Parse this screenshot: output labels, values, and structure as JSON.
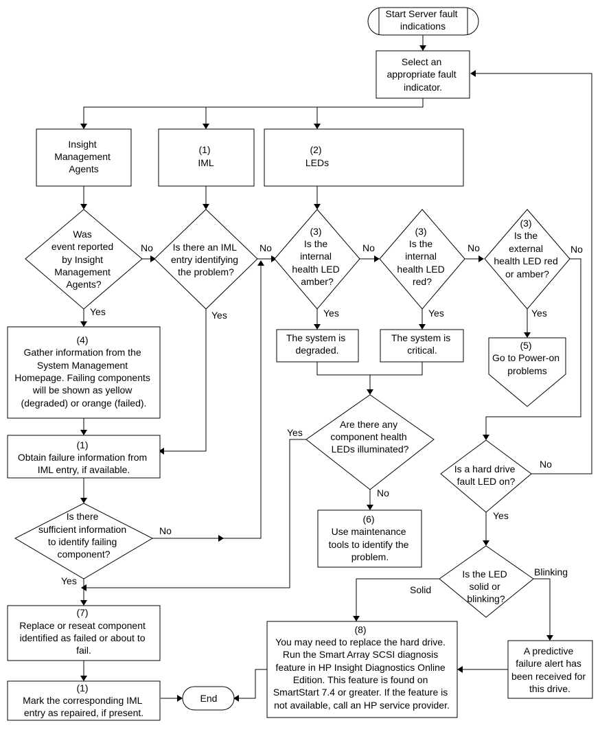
{
  "nodes": {
    "start": {
      "lines": [
        "Start Server fault",
        "indications"
      ]
    },
    "select": {
      "lines": [
        "Select an",
        "appropriate fault",
        "indicator."
      ]
    },
    "insight": {
      "lines": [
        "Insight",
        "Management",
        "Agents"
      ]
    },
    "iml": {
      "lines": [
        "(1)",
        "IML"
      ]
    },
    "leds": {
      "lines": [
        "(2)",
        "LEDs"
      ]
    },
    "d_reported": {
      "lines": [
        "Was",
        "event reported",
        "by Insight",
        "Management",
        "Agents?"
      ]
    },
    "d_imlentry": {
      "lines": [
        "Is there an IML",
        "entry identifying",
        "the problem?"
      ]
    },
    "d_amber": {
      "lines": [
        "(3)",
        "Is the",
        "internal",
        "health LED",
        "amber?"
      ]
    },
    "d_red": {
      "lines": [
        "(3)",
        "Is the",
        "internal",
        "health LED",
        "red?"
      ]
    },
    "d_external": {
      "lines": [
        "(3)",
        "Is the",
        "external",
        "health LED red",
        "or amber?"
      ]
    },
    "degraded": {
      "lines": [
        "The system is",
        "degraded."
      ]
    },
    "critical": {
      "lines": [
        "The system is",
        "critical."
      ]
    },
    "poweron": {
      "lines": [
        "(5)",
        "Go to Power-on",
        "problems"
      ]
    },
    "gather": {
      "lines": [
        "(4)",
        "Gather information from the",
        "System Management",
        "Homepage. Failing components",
        "will be shown as yellow",
        "(degraded) or orange (failed)."
      ]
    },
    "obtain": {
      "lines": [
        "(1)",
        "Obtain failure information from",
        "IML entry, if available."
      ]
    },
    "d_sufficient": {
      "lines": [
        "Is there",
        "sufficient information",
        "to identify failing",
        "component?"
      ]
    },
    "d_component": {
      "lines": [
        "Are there any",
        "component health",
        "LEDs illuminated?"
      ]
    },
    "maint": {
      "lines": [
        "(6)",
        "Use maintenance",
        "tools to identify the",
        "problem."
      ]
    },
    "d_harddrive": {
      "lines": [
        "Is a hard drive",
        "fault LED on?"
      ]
    },
    "d_solid": {
      "lines": [
        "Is the LED",
        "solid or",
        "blinking?"
      ]
    },
    "replace": {
      "lines": [
        "(7)",
        "Replace or reseat component",
        "identified as failed or about to",
        "fail."
      ]
    },
    "mark": {
      "lines": [
        "(1)",
        "Mark the corresponding IML",
        "entry as repaired, if present."
      ]
    },
    "end": {
      "lines": [
        "End"
      ]
    },
    "hdreplace": {
      "lines": [
        "(8)",
        "You may need to replace the hard drive.",
        "Run the Smart Array SCSI diagnosis",
        "feature in HP Insight Diagnostics Online",
        "Edition. This feature is found on",
        "SmartStart 7.4 or greater. If the feature is",
        "not available, call an HP service provider."
      ]
    },
    "predictive": {
      "lines": [
        "A predictive",
        "failure alert has",
        "been received for",
        "this drive."
      ]
    }
  },
  "labels": {
    "no_reported": "No",
    "yes_reported": "Yes",
    "yes_imlentry": "Yes",
    "no_imlentry": "No",
    "no_amber": "No",
    "yes_amber": "Yes",
    "no_red": "No",
    "yes_red": "Yes",
    "no_external": "No",
    "yes_external": "Yes",
    "no_sufficient": "No",
    "yes_sufficient": "Yes",
    "yes_component": "Yes",
    "no_component": "No",
    "no_harddrive": "No",
    "yes_harddrive": "Yes",
    "solid": "Solid",
    "blinking": "Blinking"
  }
}
